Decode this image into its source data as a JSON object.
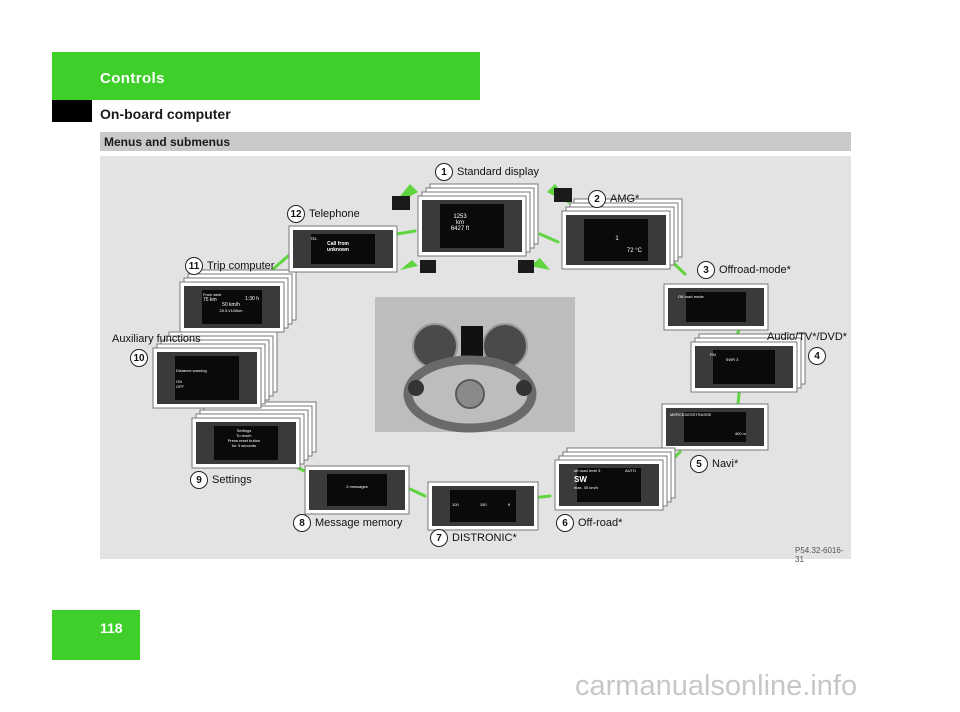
{
  "header": {
    "section": "Controls",
    "subsection": "On-board computer"
  },
  "section_bar": {
    "title": "Menus and submenus"
  },
  "figure": {
    "id": "P54.32-6016-31",
    "callouts": [
      {
        "n": "1",
        "label": "Standard display"
      },
      {
        "n": "2",
        "label": "AMG*"
      },
      {
        "n": "3",
        "label": "Offroad-mode*"
      },
      {
        "n": "4",
        "label": "Audio/TV*/DVD*"
      },
      {
        "n": "5",
        "label": "Navi*"
      },
      {
        "n": "6",
        "label": "Off-road*"
      },
      {
        "n": "7",
        "label": "DISTRONIC*"
      },
      {
        "n": "8",
        "label": "Message memory"
      },
      {
        "n": "9",
        "label": "Settings"
      },
      {
        "n": "10",
        "label": "Auxiliary functions"
      },
      {
        "n": "11",
        "label": "Trip computer"
      },
      {
        "n": "12",
        "label": "Telephone"
      }
    ],
    "screens": {
      "standard": [
        "1253",
        "km",
        "6427 ft"
      ],
      "amg": [
        "1",
        "72 °C"
      ],
      "offroad_mode": [
        "Off-road mode"
      ],
      "audio": [
        "FM",
        "SWR 3"
      ],
      "navi": [
        "MERCEDESSTRASSE",
        "400 m"
      ],
      "offroad": [
        "off-road level 3",
        "AUTO",
        "SW",
        "max. 30 km/h"
      ],
      "distronic": [
        "100",
        "150",
        "ft"
      ],
      "message": [
        "2 messages"
      ],
      "settings": [
        "Settings",
        "To reset:",
        "Press reset button",
        "for 3 seconds"
      ],
      "aux": [
        "Distance warning",
        "ON",
        "OFF"
      ],
      "trip": [
        "From start",
        "75 km",
        "1:30 h",
        "50 km/h",
        "20.5 l/100km"
      ],
      "tel": [
        "TEL",
        "Call from",
        "unknown"
      ]
    }
  },
  "page": {
    "number": "118"
  },
  "watermark": "carmanualsonline.info",
  "colors": {
    "accent_green": "#3ecf2a",
    "arrow_green": "#5fd53f"
  }
}
